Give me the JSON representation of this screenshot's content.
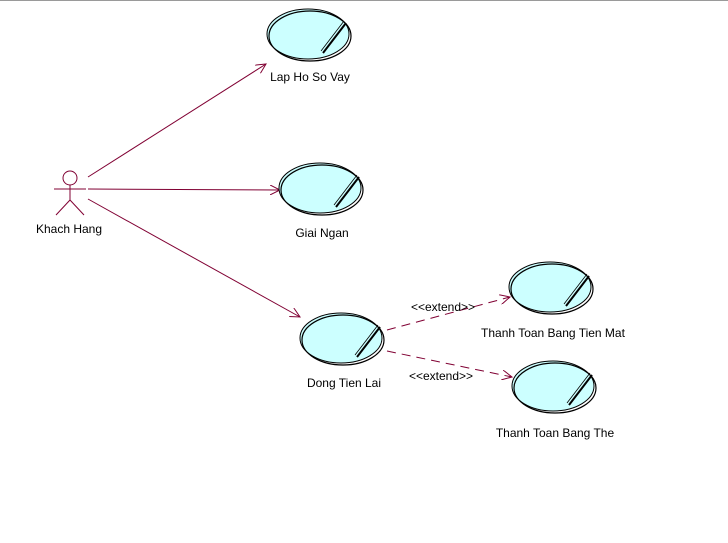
{
  "diagram": {
    "colors": {
      "usecase_fill": "#ccffff",
      "usecase_stroke": "#000000",
      "association": "#800033",
      "text": "#000000"
    },
    "actor": {
      "label": "Khach Hang",
      "icon": "stick-figure-icon"
    },
    "usecases": {
      "lap_ho_so_vay": "Lap Ho So Vay",
      "giai_ngan": "Giai Ngan",
      "dong_tien_lai": "Dong Tien Lai",
      "thanh_toan_tien_mat": "Thanh Toan Bang Tien Mat",
      "thanh_toan_the": "Thanh Toan Bang The"
    },
    "stereotypes": {
      "extend_1": "<<extend>>",
      "extend_2": "<<extend>>"
    }
  }
}
